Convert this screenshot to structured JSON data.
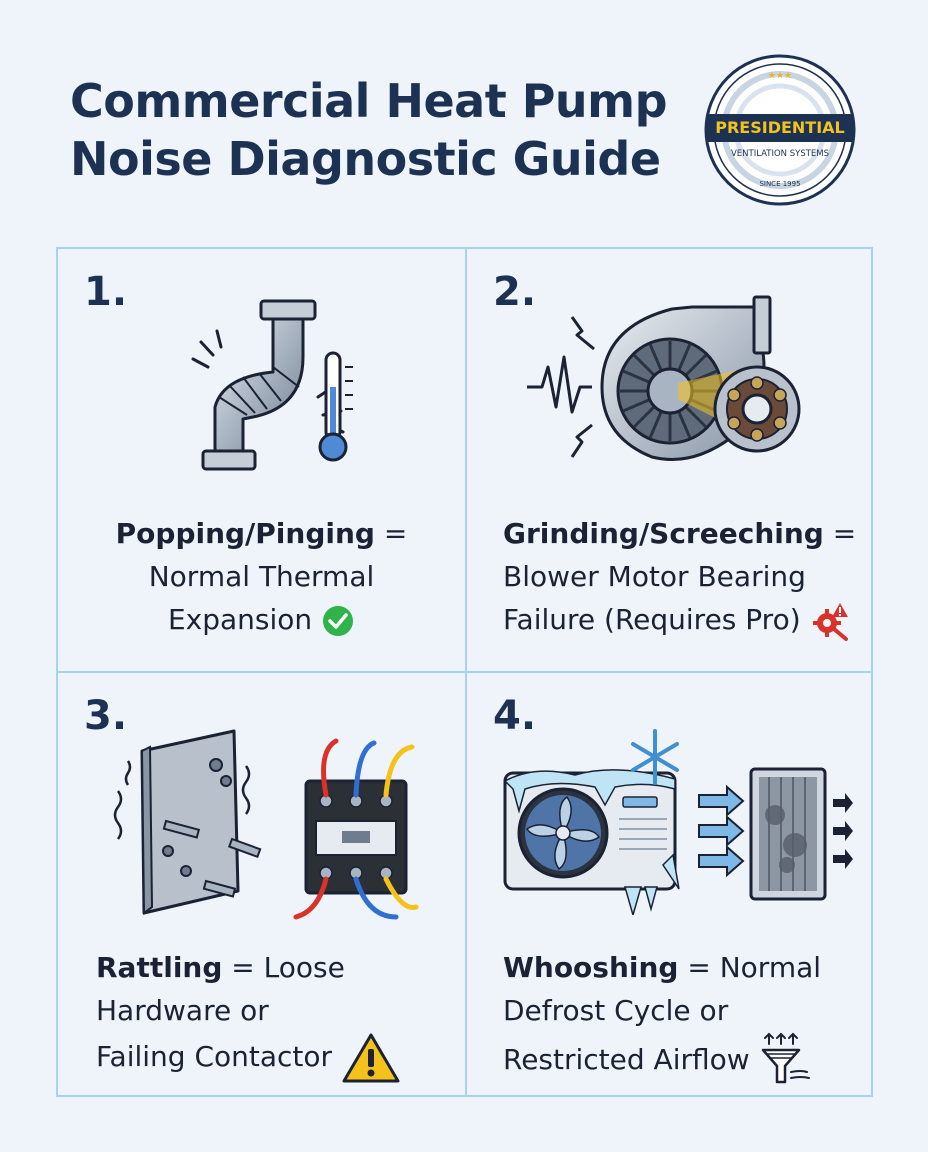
{
  "title": {
    "line1": "Commercial Heat Pump",
    "line2": "Noise Diagnostic Guide"
  },
  "logo": {
    "stars": "★★★",
    "name": "PRESIDENTIAL",
    "sub": "VENTILATION SYSTEMS",
    "since": "SINCE 1995"
  },
  "panels": [
    {
      "number": "1.",
      "noise": "Popping/Pinging",
      "eq": " =",
      "line2": "Normal Thermal",
      "line3": "Expansion",
      "status_icon": "check-circle-icon",
      "status_color": "#2fb34a"
    },
    {
      "number": "2.",
      "noise": "Grinding/Screeching",
      "eq": " =",
      "line2": "Blower Motor Bearing",
      "line3": "Failure (Requires Pro)",
      "status_icon": "gear-wrench-alert-icon",
      "status_color": "#d8322b"
    },
    {
      "number": "3.",
      "noise": "Rattling",
      "eq": " = Loose",
      "line2": "Hardware or",
      "line3": "Failing Contactor",
      "status_icon": "warning-triangle-icon",
      "status_color": "#f5c21b"
    },
    {
      "number": "4.",
      "noise": "Whooshing",
      "eq": " = Normal",
      "line2": "Defrost Cycle or",
      "line3": "Restricted Airflow",
      "status_icon": "filter-funnel-icon",
      "status_color": "#4a5870"
    }
  ]
}
